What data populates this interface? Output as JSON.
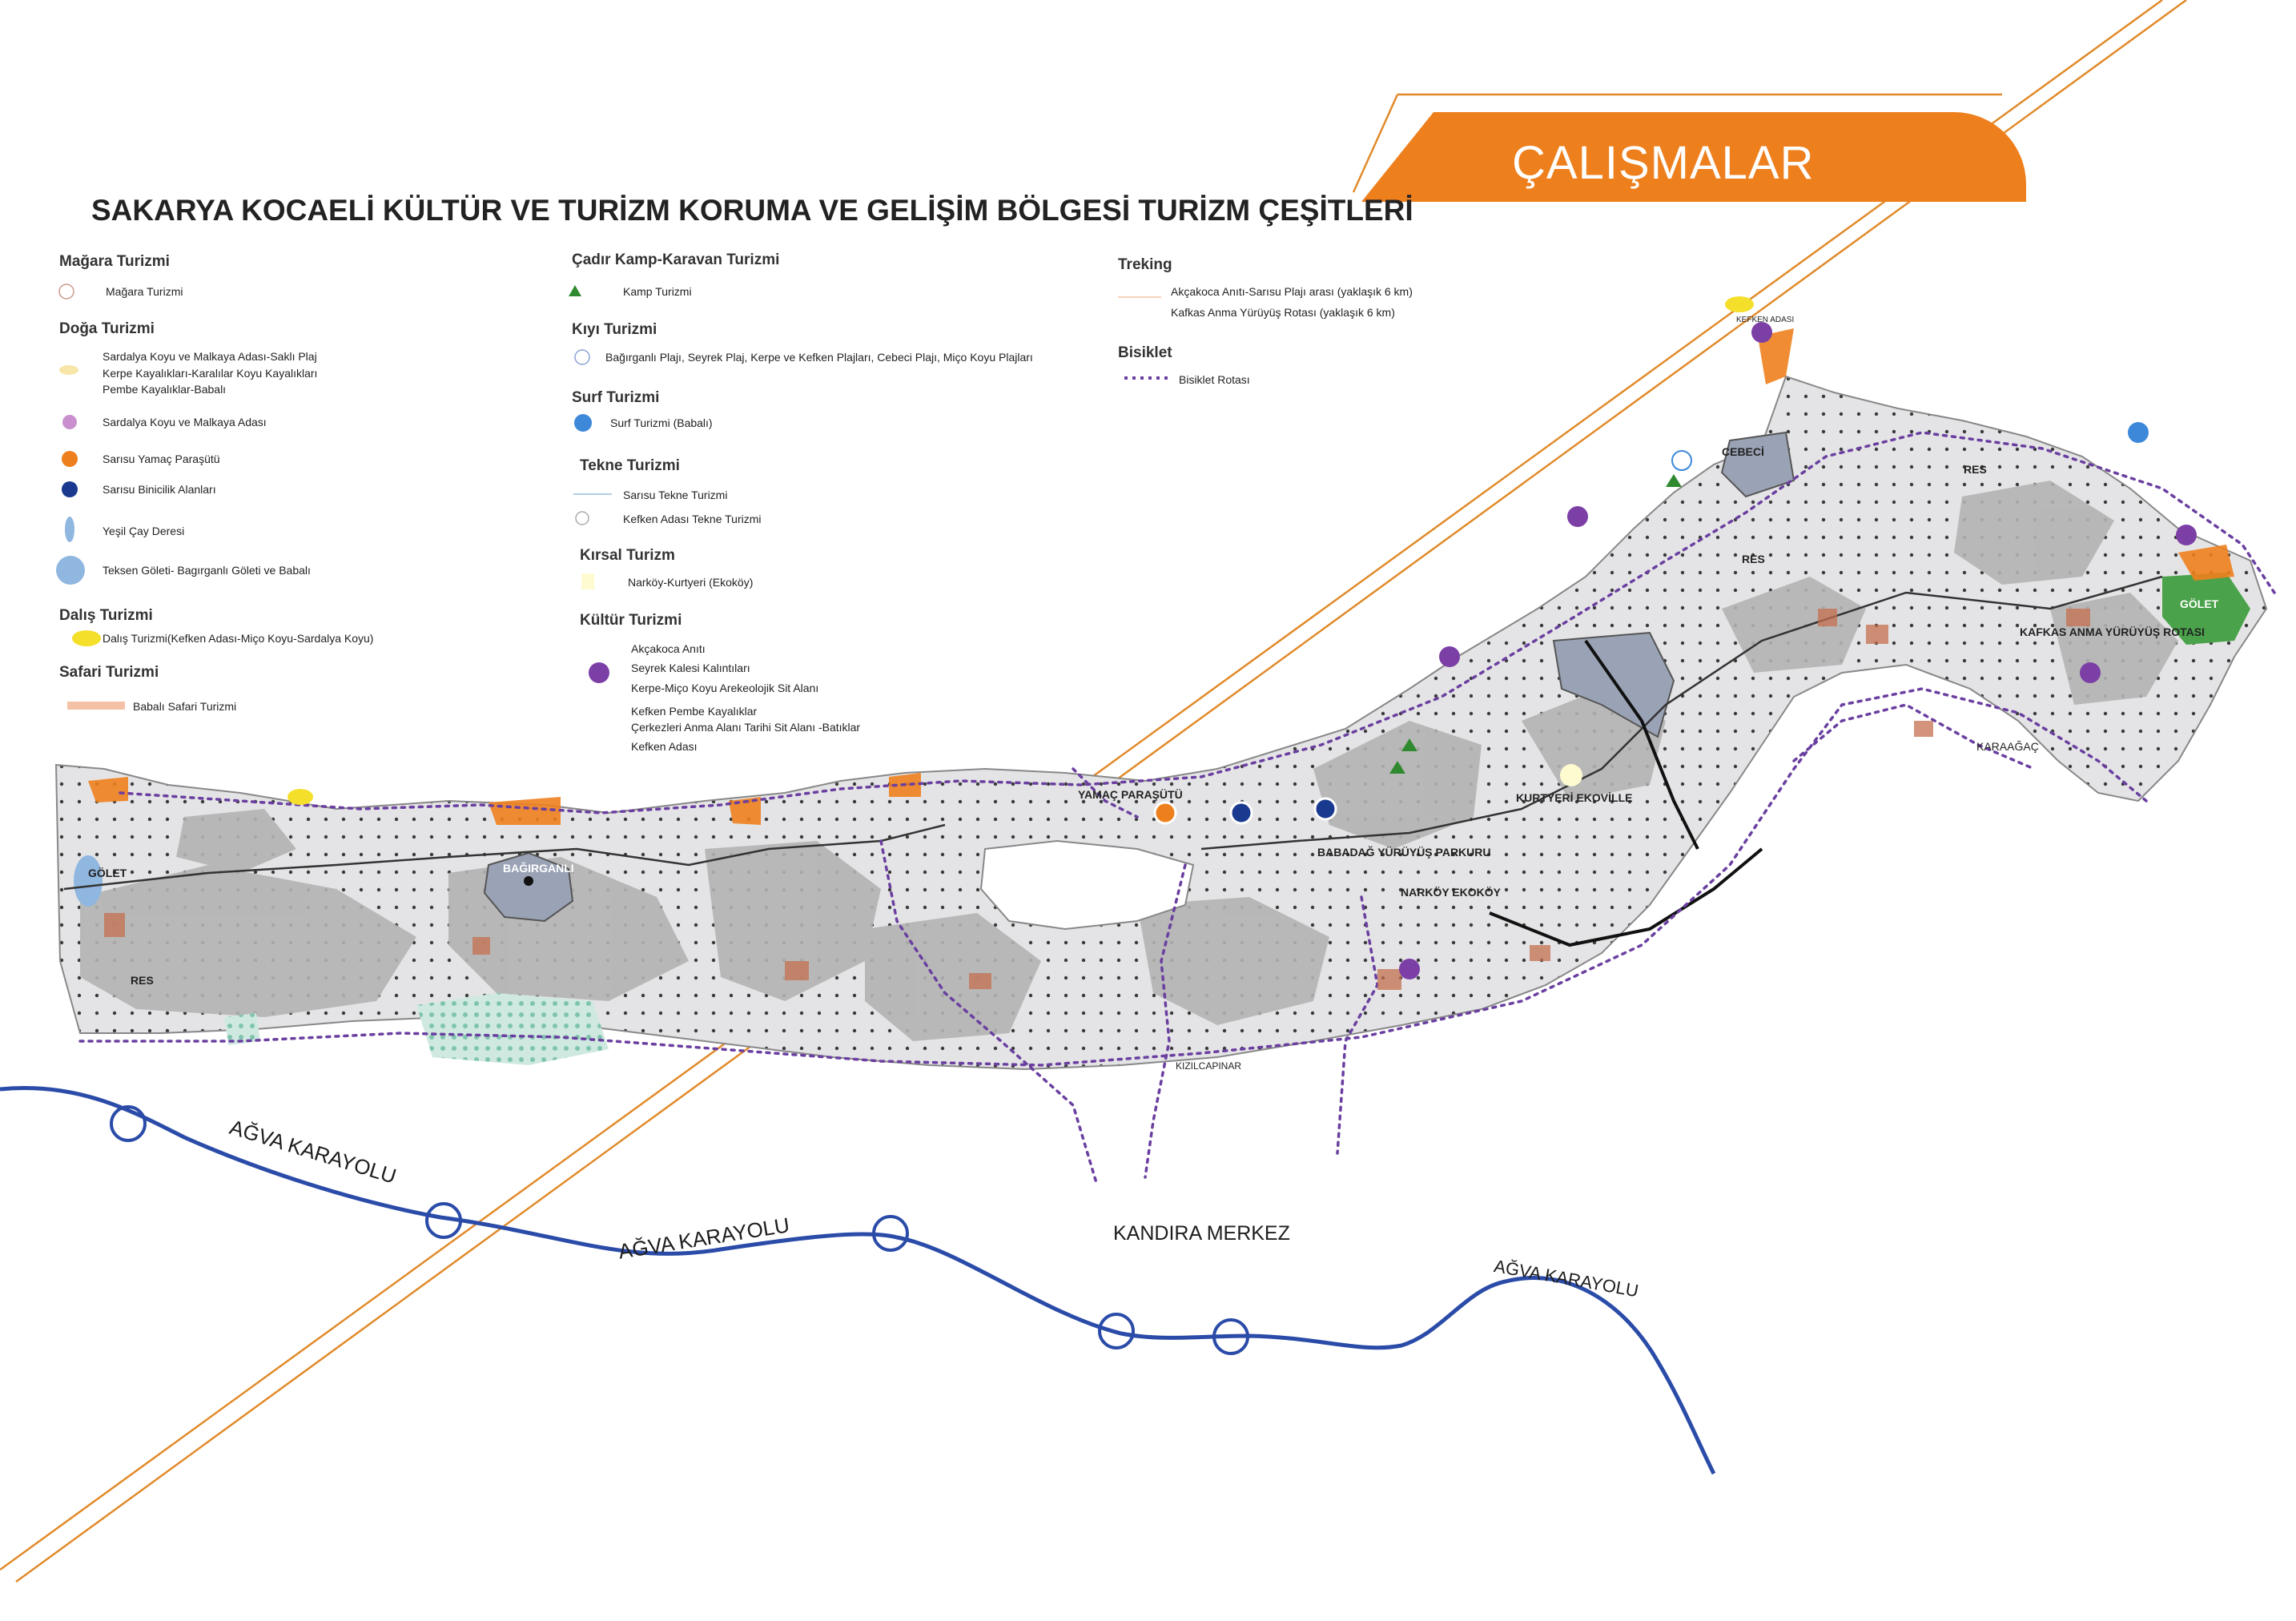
{
  "banner": {
    "label": "ÇALIŞMALAR"
  },
  "map_title": "SAKARYA KOCAELİ KÜLTÜR VE TURİZM KORUMA VE GELİŞİM BÖLGESİ TURİZM ÇEŞİTLERİ",
  "legend": {
    "magara": {
      "heading": "Mağara Turizmi",
      "item": "Mağara Turizmi"
    },
    "doga": {
      "heading": "Doğa Turizmi",
      "items": [
        "Sardalya Koyu ve Malkaya Adası-Saklı Plaj",
        "Kerpe Kayalıkları-Karalılar Koyu Kayalıkları",
        "Pembe Kayalıklar-Babalı",
        "Sardalya Koyu ve Malkaya Adası",
        "Sarısu Yamaç Paraşütü",
        "Sarısu Binicilik Alanları",
        "Yeşil Çay Deresi",
        "Teksen Göleti- Bagırganlı Göleti ve Babalı"
      ]
    },
    "dalis": {
      "heading": "Dalış Turizmi",
      "item": "Dalış Turizmi(Kefken Adası-Miço Koyu-Sardalya Koyu)"
    },
    "safari": {
      "heading": "Safari Turizmi",
      "item": "Babalı Safari Turizmi"
    },
    "cadir": {
      "heading": "Çadır Kamp-Karavan Turizmi",
      "item": "Kamp Turizmi"
    },
    "kiyi": {
      "heading": "Kıyı Turizmi",
      "item": "Bağırganlı Plajı, Seyrek Plaj, Kerpe ve Kefken Plajları, Cebeci Plajı, Miço Koyu Plajları"
    },
    "surf": {
      "heading": "Surf Turizmi",
      "item": "Surf Turizmi (Babalı)"
    },
    "tekne": {
      "heading": "Tekne Turizmi",
      "items": [
        "Sarısu Tekne Turizmi",
        "Kefken Adası Tekne Turizmi"
      ]
    },
    "kirsal": {
      "heading": "Kırsal Turizm",
      "item": "Narköy-Kurtyeri (Ekoköy)"
    },
    "kultur": {
      "heading": "Kültür Turizmi",
      "items": [
        "Akçakoca Anıtı",
        "Seyrek Kalesi Kalıntıları",
        "Kerpe-Miço Koyu Arekeolojik Sit Alanı",
        "Kefken Pembe Kayalıklar",
        "Çerkezleri Anma Alanı Tarihi Sit Alanı -Batıklar",
        "Kefken Adası"
      ]
    },
    "treking": {
      "heading": "Treking",
      "items": [
        "Akçakoca Anıtı-Sarısu Plajı arası (yaklaşık 6 km)",
        "Kafkas Anma Yürüyüş Rotası (yaklaşık 6 km)"
      ]
    },
    "bisiklet": {
      "heading": "Bisiklet",
      "item": "Bisiklet Rotası"
    }
  },
  "map_labels": {
    "kurtyeri": "KURTYERİ EKOVİLLE",
    "babadag": "BABADAĞ YÜRÜYÜŞ PARKURU",
    "narkoy": "NARKÖY EKOKÖY",
    "yamac": "YAMAÇ PARAŞÜTÜ",
    "kafkas": "KAFKAS ANMA YÜRÜYÜŞ ROTASI",
    "golet_east": "GÖLET",
    "golet_west": "GÖLET",
    "bagirganli": "BAĞIRGANLI",
    "cebeci": "CEBECİ",
    "res1": "RES",
    "res2": "RES",
    "res3": "RES",
    "karaagac": "KARAAĞAÇ",
    "kizilcapinar": "KIZILCAPINAR",
    "kefken_adasi": "KEFKEN ADASI"
  },
  "roads": {
    "agva1": "AĞVA KARAYOLU",
    "agva2": "AĞVA KARAYOLU",
    "agva3": "AĞVA KARAYOLU",
    "kandira": "KANDIRA MERKEZ"
  },
  "colors": {
    "accent_orange": "#ee7f1d",
    "road_blue": "#2a4ba8",
    "bike_purple": "#6a3fa0",
    "terrain_gray": "#b9b9b9",
    "land_light": "#e3e3e3"
  }
}
